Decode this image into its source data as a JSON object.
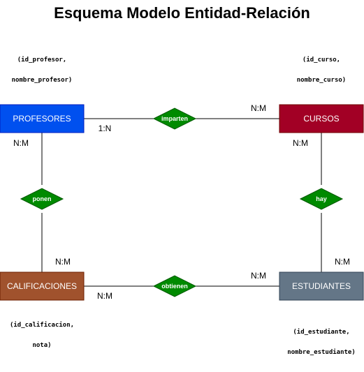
{
  "title": "Esquema Modelo Entidad-Relación",
  "colors": {
    "profesores": "#0050ef",
    "cursos": "#a20025",
    "calificaciones": "#a0522d",
    "estudiantes": "#647687",
    "relation": "#008a00",
    "line": "#000000"
  },
  "entities": {
    "profesores": "PROFESORES",
    "cursos": "CURSOS",
    "calificaciones": "CALIFICACIONES",
    "estudiantes": "ESTUDIANTES"
  },
  "relations": {
    "imparten": "imparten",
    "ponen": "ponen",
    "hay": "hay",
    "obtienen": "obtienen"
  },
  "cardinalities": {
    "imparten_left": "1:N",
    "imparten_right": "N:M",
    "ponen_top": "N:M",
    "ponen_bottom": "N:M",
    "hay_top": "N:M",
    "hay_bottom": "N:M",
    "obtienen_left": "N:M",
    "obtienen_right": "N:M"
  },
  "attributes": {
    "profesores": [
      "(id_profesor,",
      "nombre_profesor)"
    ],
    "cursos": [
      "(id_curso,",
      "nombre_curso)"
    ],
    "calificaciones": [
      "(id_calificacion,",
      "nota)"
    ],
    "estudiantes": [
      "(id_estudiante,",
      "nombre_estudiante)"
    ]
  }
}
